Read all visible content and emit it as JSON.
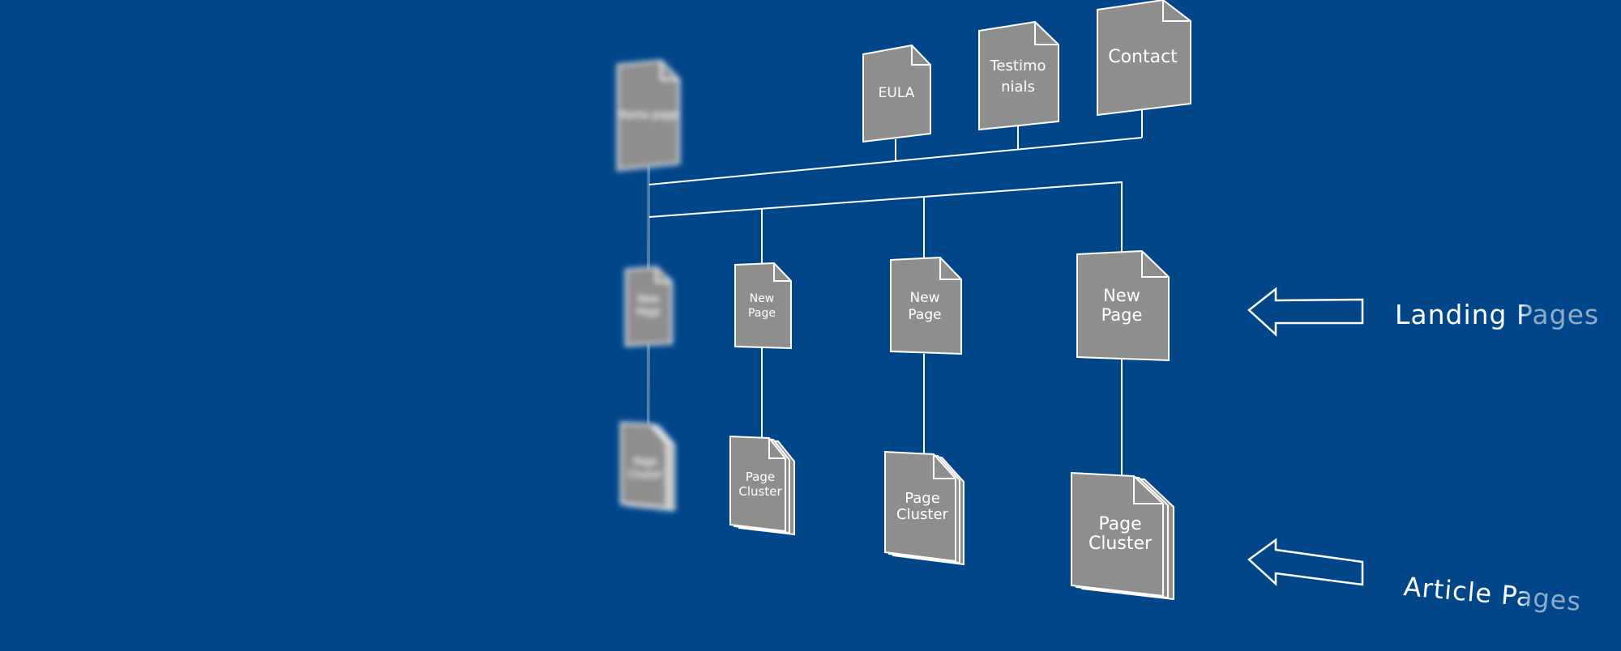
{
  "background": "#02468a",
  "page_fill": "#8e8e8e",
  "line_color": "#ffffff",
  "nodes": {
    "home": "Home page",
    "eula": "EULA",
    "testimonials_line1": "Testimo",
    "testimonials_line2": "nials",
    "contact": "Contact",
    "new_page_line1": "New",
    "new_page_line2": "Page",
    "cluster_line1": "Page",
    "cluster_line2": "Cluster"
  },
  "labels": {
    "landing": "Landing Pages",
    "article": "Article Pages"
  },
  "icons": [
    "page-icon",
    "page-cluster-icon",
    "left-arrow-icon"
  ]
}
